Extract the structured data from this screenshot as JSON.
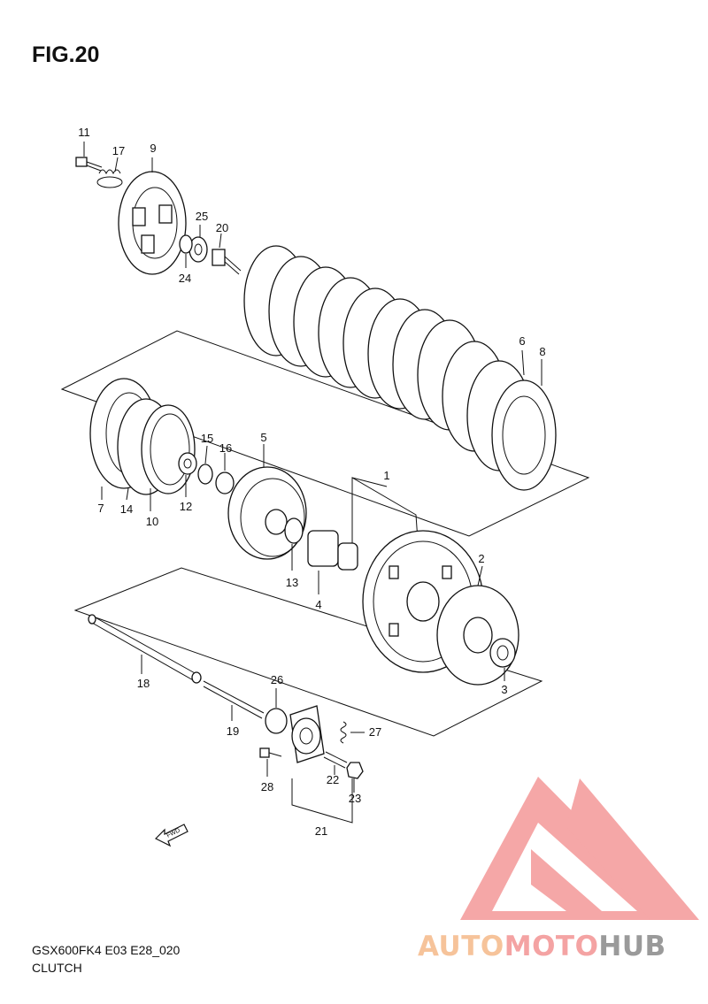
{
  "figure": {
    "title": "FIG.20",
    "model_code": "GSX600FK4 E03 E28_020",
    "caption": "CLUTCH",
    "fwd_label": "FWD"
  },
  "watermark": {
    "text_part1": "AUTO",
    "text_part2": "MOTO",
    "text_part3": "HUB",
    "colors": {
      "part1": "#f6c39a",
      "part2": "#f4a3a3",
      "part3": "#9a9a9a",
      "logo": "#f28a8a"
    }
  },
  "callouts": [
    "11",
    "17",
    "9",
    "25",
    "20",
    "24",
    "6",
    "8",
    "1",
    "5",
    "15",
    "16",
    "7",
    "14",
    "10",
    "12",
    "13",
    "4",
    "2",
    "3",
    "18",
    "26",
    "27",
    "19",
    "22",
    "28",
    "23",
    "21"
  ]
}
